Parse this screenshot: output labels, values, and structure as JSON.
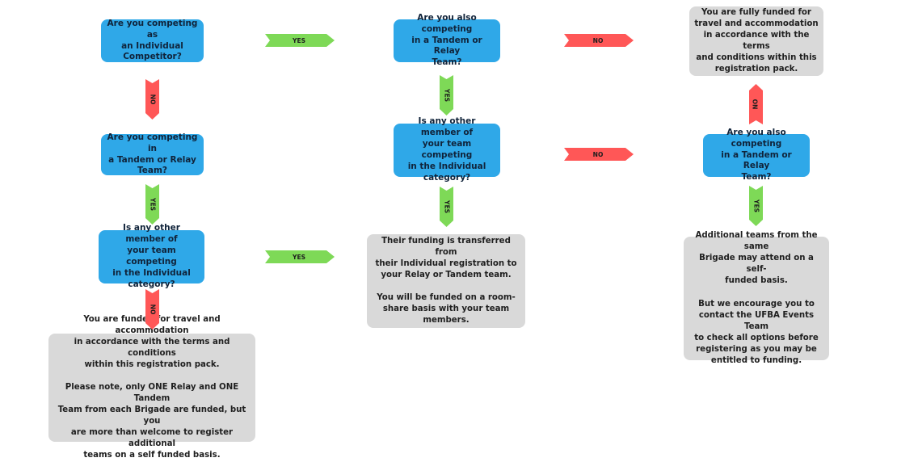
{
  "nodes": {
    "q_individual": "Are you competing as\nan Individual\nCompetitor?",
    "q_also_team_top": "Are you also competing\nin a Tandem or Relay\nTeam?",
    "r_fully_funded": "You are fully funded for\ntravel and accommodation\nin accordance with the terms\nand conditions within this\nregistration pack.",
    "q_team": "Are you competing in\na Tandem or Relay\nTeam?",
    "q_other_member_mid": "Is any other member of\nyour team competing\nin the Individual\ncategory?",
    "q_also_team_right": "Are you also competing\nin a Tandem or Relay\nTeam?",
    "q_other_member_left": "Is any other member of\nyour team competing\nin the Individual\ncategory?",
    "r_transferred": "Their funding is transferred from\ntheir Individual registration to\nyour Relay or Tandem team.\n\nYou will be funded on a room-\nshare basis with your team\nmembers.",
    "r_additional_teams": "Additional teams from the same\nBrigade may attend on a self-\nfunded basis.\n\nBut we encourage you to\ncontact the UFBA Events Team\nto check all options before\nregistering as you may be\nentitled to funding.",
    "r_funded_note": "You are funded for travel and accommodation\nin accordance with the terms and conditions\nwithin this registration pack.\n\nPlease note, only ONE Relay and ONE Tandem\nTeam from each Brigade are funded, but you\nare more than welcome to register additional\nteams on a self funded basis."
  },
  "labels": {
    "yes": "YES",
    "no": "NO"
  },
  "colors": {
    "question": "#2fa8e8",
    "info": "#d9d9d9",
    "yes": "#7ed957",
    "no": "#ff5757"
  }
}
